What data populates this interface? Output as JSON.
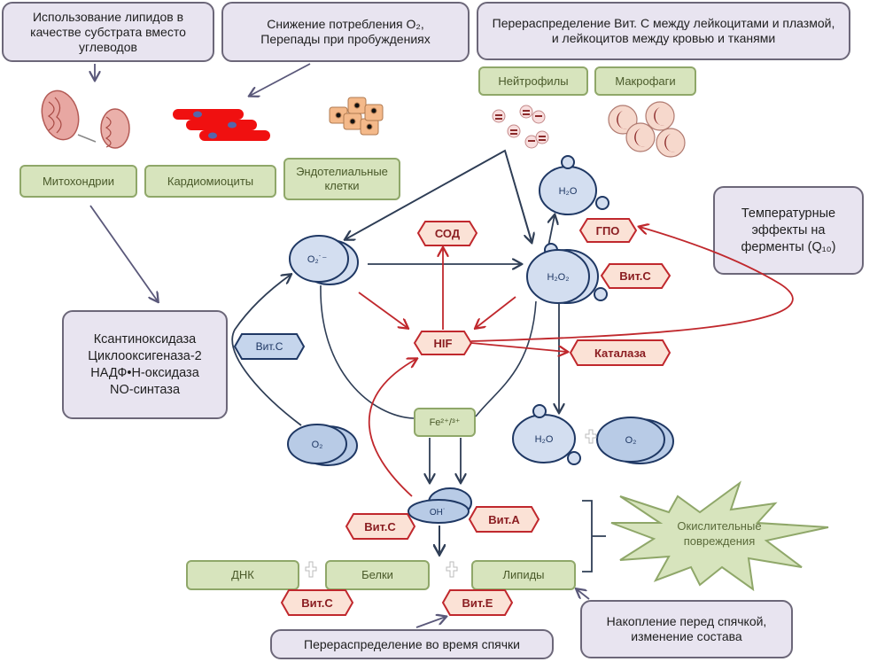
{
  "top_boxes": {
    "lipids_substrate": "Использование липидов в качестве субстрата вместо углеводов",
    "o2_consumption_line1": "Снижение потребления O₂,",
    "o2_consumption_line2": "Перепады при пробуждениях",
    "vitc_redistribution": "Перераспределение Вит. С между лейкоцитами и плазмой, и лейкоцитов между кровью и тканями"
  },
  "cell_labels": {
    "mitochondria": "Митохондрии",
    "cardiomyocytes": "Кардиомиоциты",
    "endothelial": "Эндотелиальные клетки",
    "neutrophils": "Нейтрофилы",
    "macrophages": "Макрофаги"
  },
  "enzymes_box": {
    "lines": [
      "Ксантиноксидаза",
      "Циклооксигеназа-2",
      "НАДФ•Н-оксидаза",
      "NO-синтаза"
    ]
  },
  "temperature_box": "Температурные эффекты на ферменты (Q₁₀)",
  "molecules": {
    "superoxide": "O₂˙⁻",
    "oxygen_left": "O₂",
    "water_top": "H₂O",
    "peroxide": "H₂O₂",
    "water_bottom": "H₂O",
    "oxygen_right": "O₂",
    "hydroxyl": "OH˙",
    "iron": "Fe²⁺/³⁺"
  },
  "enzymes": {
    "sod": "СОД",
    "hif": "HIF",
    "gpo": "ГПО",
    "catalase": "Каталаза"
  },
  "vitamins": {
    "vit_c_left": "Вит.С",
    "vit_c_peroxide": "Вит.С",
    "vit_c_hydroxyl": "Вит.С",
    "vit_a": "Вит.А",
    "vit_c_bottom": "Вит.С",
    "vit_e": "Вит.Е"
  },
  "targets": {
    "dna": "ДНК",
    "proteins": "Белки",
    "lipids": "Липиды"
  },
  "plus_sign": "+",
  "damage_star": "Окислительные повреждения",
  "bottom_boxes": {
    "hibernation_redistribution": "Перераспределение во время спячки",
    "accumulation": "Накопление перед спячкой, изменение состава"
  },
  "colors": {
    "purple_box": "#e8e4f0",
    "green_box": "#d7e4bd",
    "molecule_fill": "#d3def0",
    "molecule_stroke": "#1f3864",
    "enzyme_fill": "#fbe2d6",
    "enzyme_stroke": "#c0392b",
    "blue_arrow": "#2f3e56",
    "red_arrow": "#c0282d"
  }
}
